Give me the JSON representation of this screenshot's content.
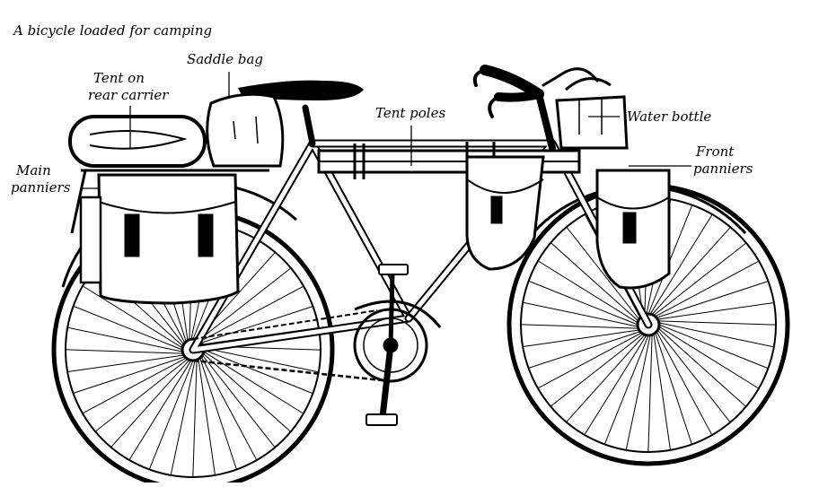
{
  "title": "A bicycle loaded for camping",
  "labels": {
    "saddle_bag": "Saddle bag",
    "tent_rear_line1": "Tent on",
    "tent_rear_line2": "rear carrier",
    "tent_poles": "Tent poles",
    "water_bottle": "Water bottle",
    "front_panniers_line1": "Front",
    "front_panniers_line2": "panniers",
    "main_panniers_line1": "Main",
    "main_panniers_line2": "panniers"
  },
  "colors": {
    "ink": "#000000",
    "paper": "#ffffff"
  }
}
